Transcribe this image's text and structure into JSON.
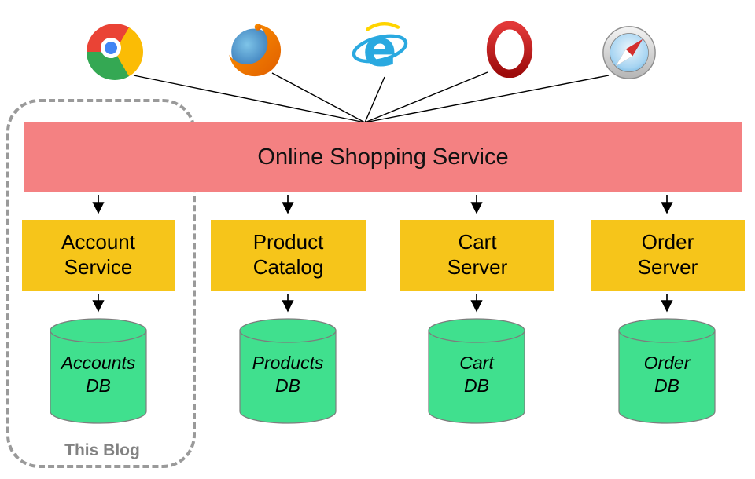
{
  "diagram": {
    "title": "Online Shopping Service",
    "browsers": [
      {
        "name": "chrome-icon"
      },
      {
        "name": "firefox-icon"
      },
      {
        "name": "internet-explorer-icon"
      },
      {
        "name": "opera-icon"
      },
      {
        "name": "safari-icon"
      }
    ],
    "services": [
      {
        "line1": "Account",
        "line2": "Service"
      },
      {
        "line1": "Product",
        "line2": "Catalog"
      },
      {
        "line1": "Cart",
        "line2": "Server"
      },
      {
        "line1": "Order",
        "line2": "Server"
      }
    ],
    "databases": [
      {
        "line1": "Accounts",
        "line2": "DB"
      },
      {
        "line1": "Products",
        "line2": "DB"
      },
      {
        "line1": "Cart",
        "line2": "DB"
      },
      {
        "line1": "Order",
        "line2": "DB"
      }
    ],
    "annotation": "This Blog",
    "colors": {
      "service_bar": "#f48182",
      "service_box": "#f6c51a",
      "database_fill": "#40e08e",
      "annotation_text": "#828282",
      "dashed_border": "#9a9a9a"
    }
  }
}
